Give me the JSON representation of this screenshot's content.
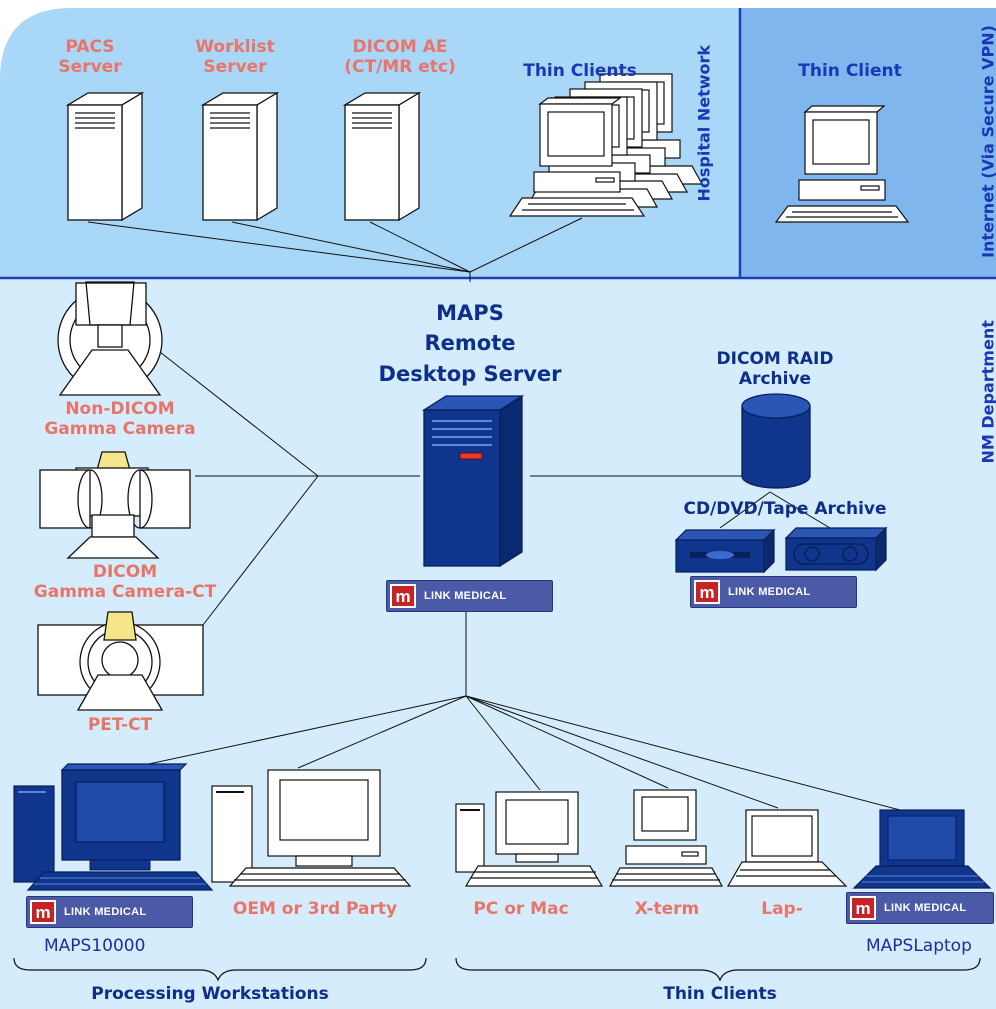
{
  "zones": {
    "hospital_network": "Hospital Network",
    "internet": "Internet (Via Secure VPN)",
    "nm_department": "NM Department"
  },
  "top": {
    "pacs": [
      "PACS",
      "Server"
    ],
    "worklist": [
      "Worklist",
      "Server"
    ],
    "dicom_ae": [
      "DICOM AE",
      "(CT/MR etc)"
    ],
    "thin_clients": "Thin Clients",
    "thin_client": "Thin Client"
  },
  "server": [
    "MAPS",
    "Remote",
    "Desktop Server"
  ],
  "archive": {
    "raid": [
      "DICOM RAID",
      "Archive"
    ],
    "cd_dvd": "CD/DVD/Tape Archive"
  },
  "cameras": {
    "non_dicom": [
      "Non-DICOM",
      "Gamma Camera"
    ],
    "dicom_ct": [
      "DICOM",
      "Gamma Camera-CT"
    ],
    "pet": "PET-CT"
  },
  "logo_text": "LINK MEDICAL",
  "bottom": {
    "oem": "OEM or 3rd Party",
    "pc_mac": "PC or Mac",
    "xterm": "X-term",
    "lap": "Lap-",
    "maps10000": "MAPS10000",
    "maps_laptop": "MAPSLaptop",
    "processing": "Processing Workstations",
    "thin_clients": "Thin Clients"
  },
  "colors": {
    "sky": "#a9d7f7",
    "sky_dark": "#7fb6ee",
    "dept": "#d4ecfb",
    "navy": "#0e2e8c",
    "salmon": "#e8756a",
    "device_navy": "#10358c",
    "logo_bg": "#4b5aa7",
    "logo_red": "#c72327"
  }
}
